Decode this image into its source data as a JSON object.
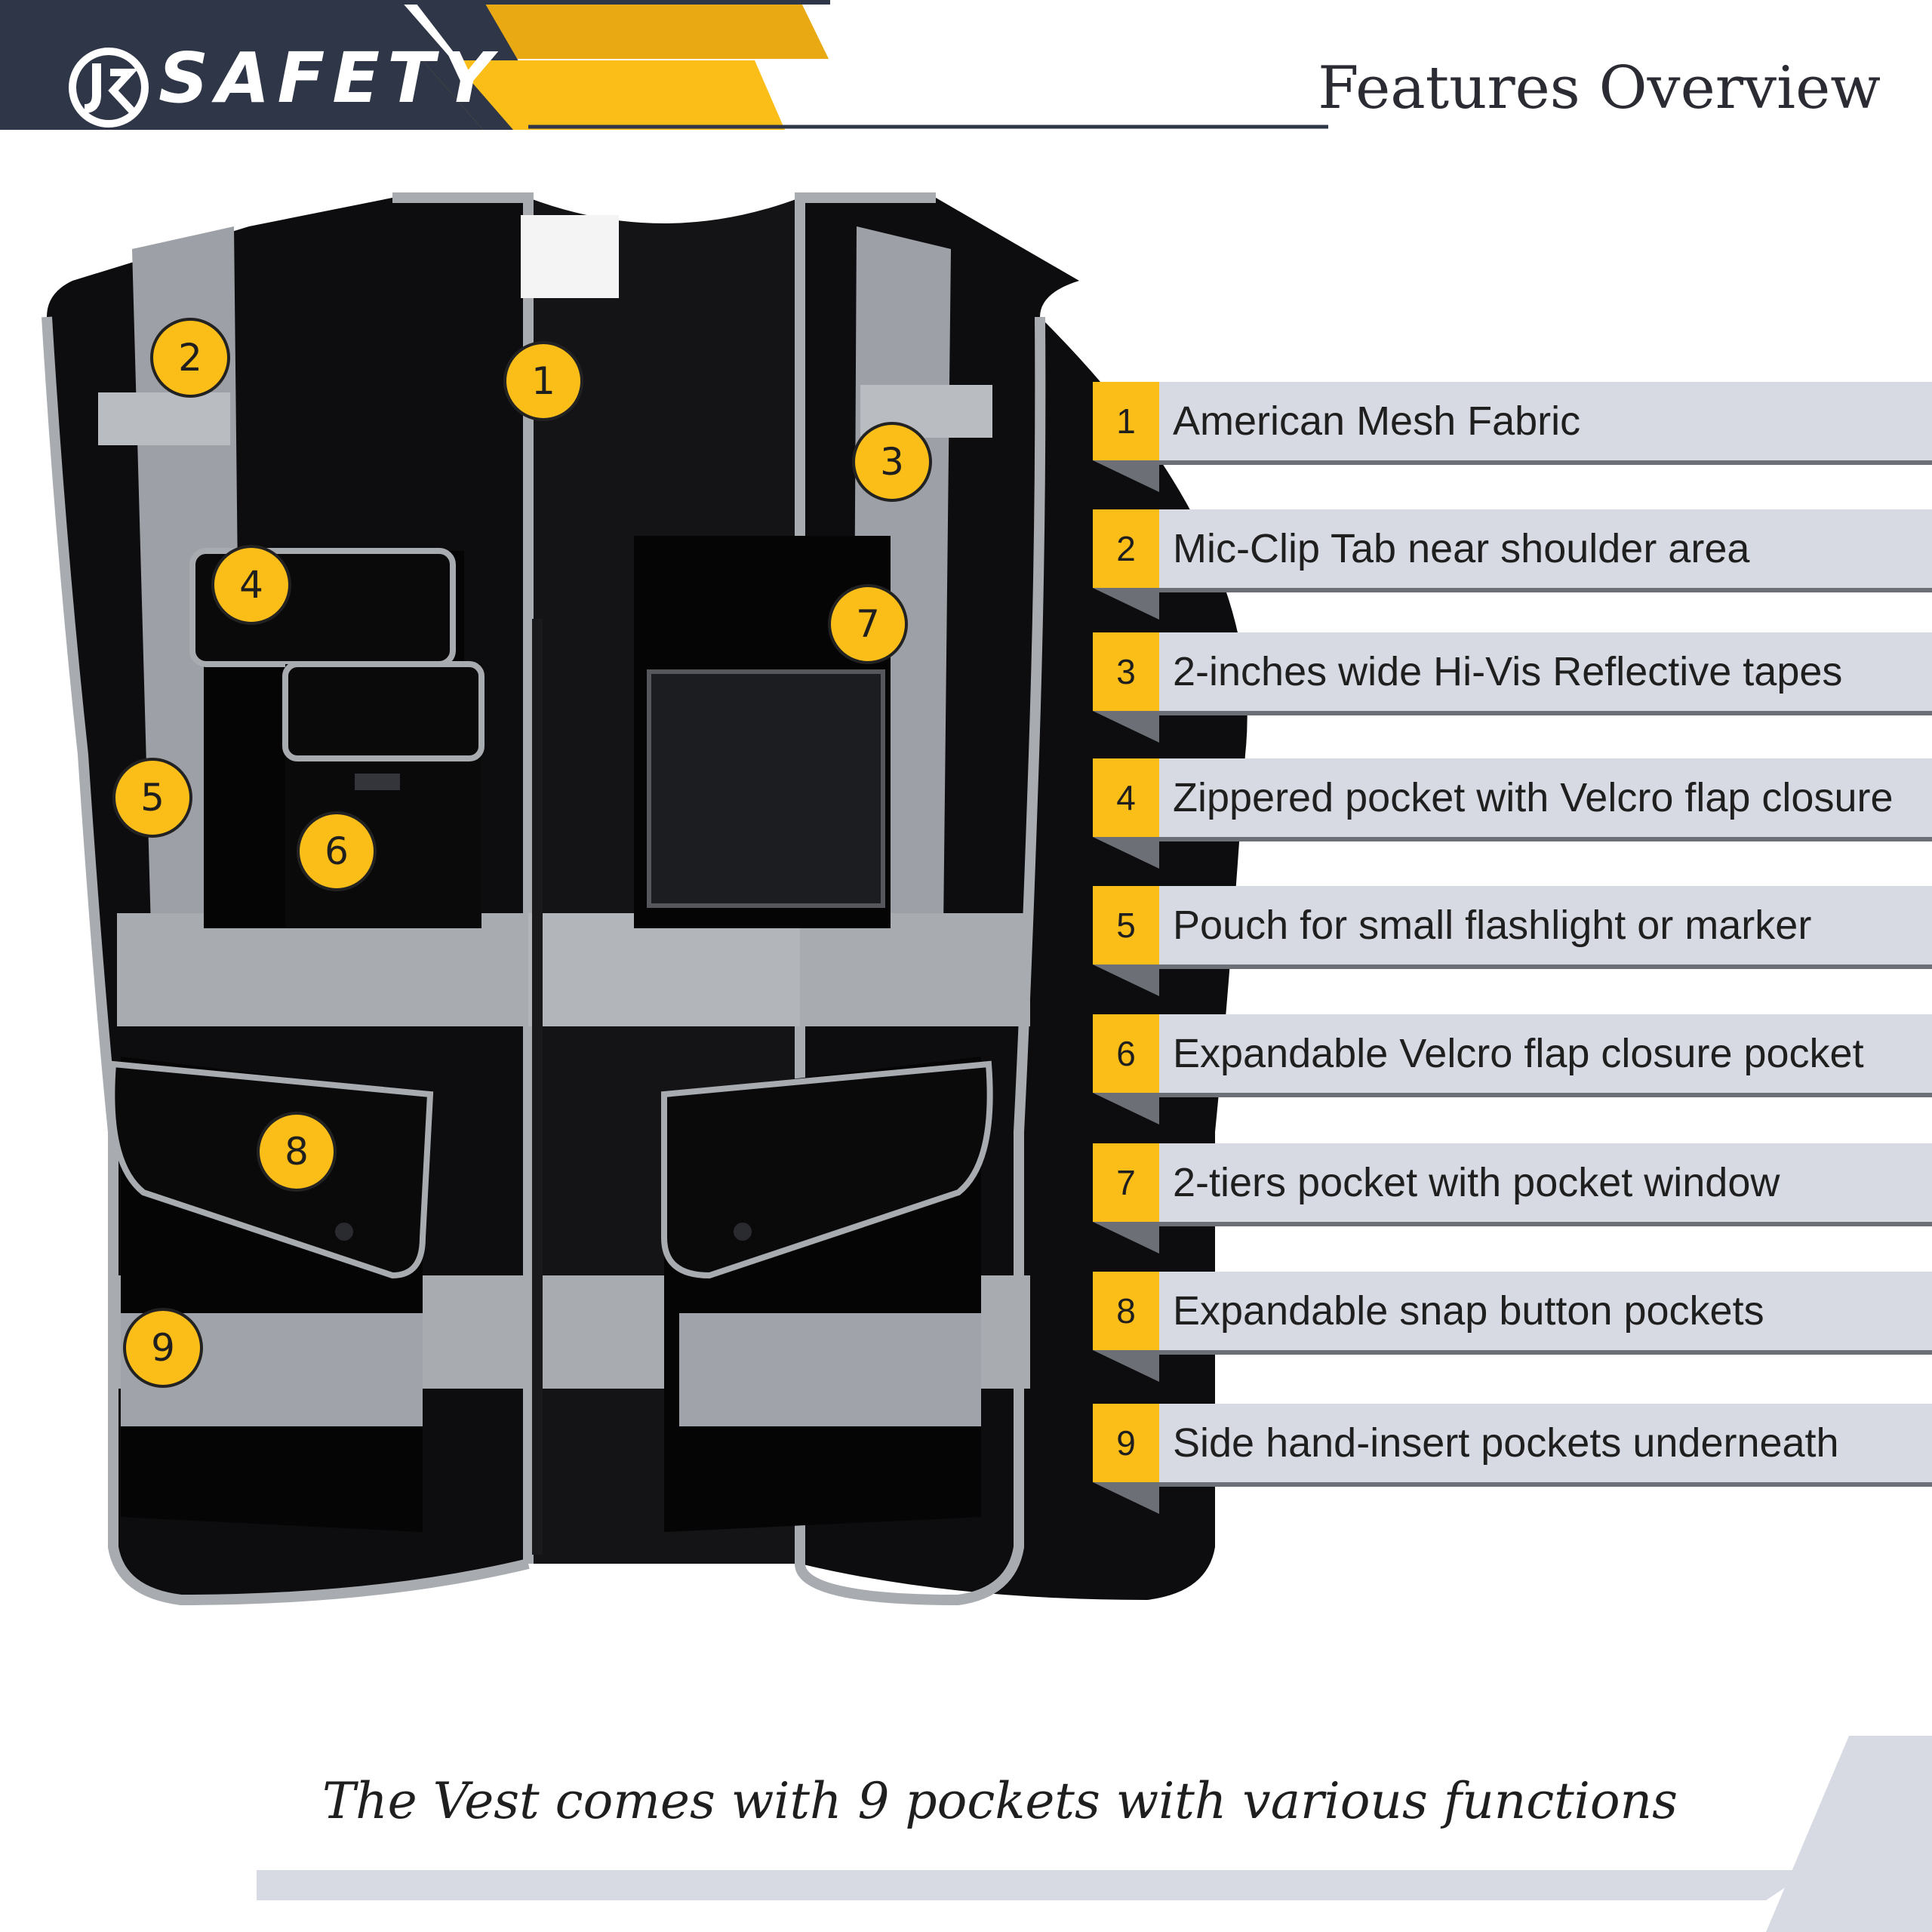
{
  "brand": {
    "logo_text": "SAFETY"
  },
  "title": "Features Overview",
  "colors": {
    "accent": "#fbbd17",
    "header_bg": "#2e3648",
    "bar_bg": "#d7dae2",
    "vest": "#0d0d0f",
    "reflective": "#a8abb0"
  },
  "callouts": [
    "1",
    "2",
    "3",
    "4",
    "5",
    "6",
    "7",
    "8",
    "9"
  ],
  "features": [
    {
      "num": "1",
      "label": "American Mesh Fabric"
    },
    {
      "num": "2",
      "label": "Mic-Clip Tab near shoulder area"
    },
    {
      "num": "3",
      "label": "2-inches wide Hi-Vis Reflective tapes"
    },
    {
      "num": "4",
      "label": "Zippered pocket with Velcro flap closure"
    },
    {
      "num": "5",
      "label": "Pouch for small flashlight or marker"
    },
    {
      "num": "6",
      "label": "Expandable Velcro flap closure pocket"
    },
    {
      "num": "7",
      "label": "2-tiers pocket with pocket window"
    },
    {
      "num": "8",
      "label": "Expandable snap button pockets"
    },
    {
      "num": "9",
      "label": "Side hand-insert pockets underneath"
    }
  ],
  "tagline": "The Vest comes with 9 pockets with various functions"
}
